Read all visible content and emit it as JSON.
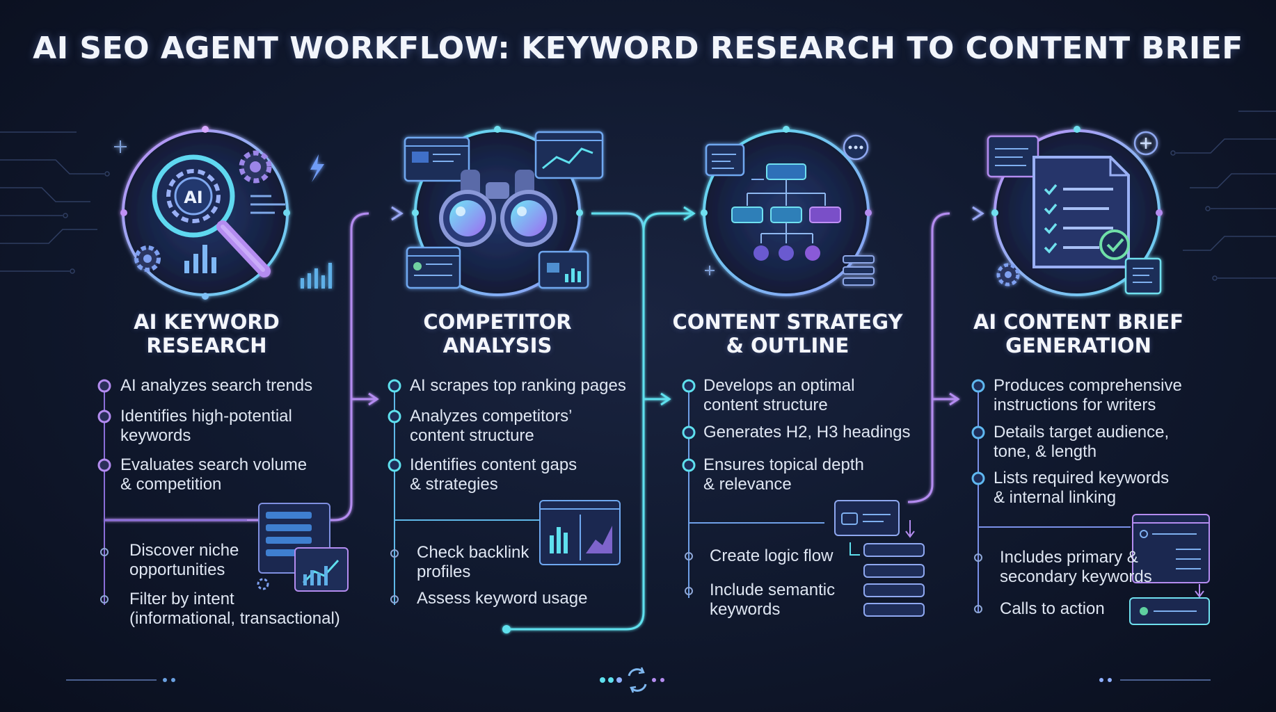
{
  "title": "AI SEO AGENT WORKFLOW: KEYWORD RESEARCH TO CONTENT BRIEF",
  "colors": {
    "background": "#0c1222",
    "cyan": "#5fe0ee",
    "purple": "#b48cf0",
    "blue": "#6f8fe8",
    "text": "#dfe6f2"
  },
  "stages": [
    {
      "title_lines": [
        "AI KEYWORD",
        "RESEARCH"
      ],
      "icon": "magnifier-ai-gear-icon",
      "bullets": [
        [
          "AI analyzes search trends"
        ],
        [
          "Identifies high-potential",
          "keywords"
        ],
        [
          "Evaluates search volume",
          "& competition"
        ]
      ],
      "sub_bullets": [
        [
          "Discover niche",
          "opportunities"
        ],
        [
          "Filter by intent",
          "(informational, transactional)"
        ]
      ]
    },
    {
      "title_lines": [
        "COMPETITOR",
        "ANALYSIS"
      ],
      "icon": "binoculars-icon",
      "bullets": [
        [
          "AI scrapes top ranking pages"
        ],
        [
          "Analyzes competitors’",
          "content structure"
        ],
        [
          "Identifies content gaps",
          "& strategies"
        ]
      ],
      "sub_bullets": [
        [
          "Check backlink",
          "profiles"
        ],
        [
          "Assess keyword usage"
        ]
      ]
    },
    {
      "title_lines": [
        "CONTENT STRATEGY",
        "& OUTLINE"
      ],
      "icon": "flowchart-icon",
      "bullets": [
        [
          "Develops an optimal",
          "content structure"
        ],
        [
          "Generates H2, H3 headings"
        ],
        [
          "Ensures topical depth",
          "& relevance"
        ]
      ],
      "sub_bullets": [
        [
          "Create logic flow"
        ],
        [
          "Include semantic",
          "keywords"
        ]
      ]
    },
    {
      "title_lines": [
        "AI CONTENT BRIEF",
        "GENERATION"
      ],
      "icon": "document-checklist-icon",
      "bullets": [
        [
          "Produces comprehensive",
          "instructions for writers"
        ],
        [
          "Details target audience,",
          "tone, & length"
        ],
        [
          "Lists required keywords",
          "& internal linking"
        ]
      ],
      "sub_bullets": [
        [
          "Includes primary &",
          "secondary keywords"
        ],
        [
          "Calls to action"
        ]
      ]
    }
  ],
  "icons": {
    "magnifier_label": "AI",
    "footer": "sync-icon"
  }
}
